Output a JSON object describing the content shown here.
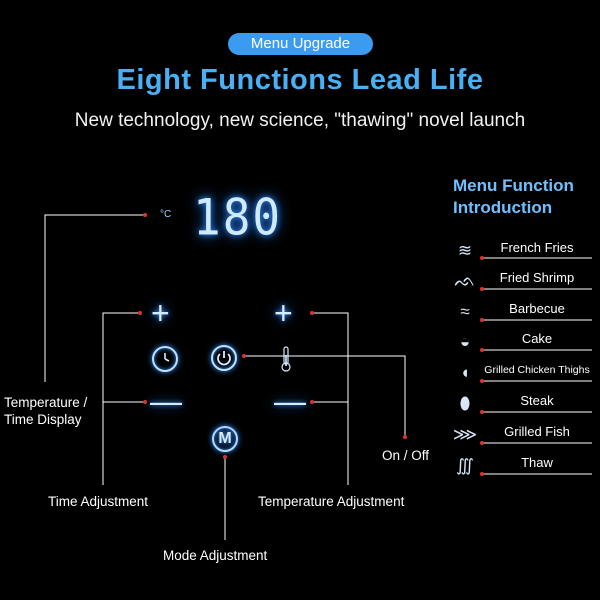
{
  "badge": "Menu Upgrade",
  "headline": "Eight Functions  Lead Life",
  "subtitle": "New technology, new science, \"thawing\" novel launch",
  "panel": {
    "temp_unit": "°C",
    "display_value": "180",
    "plus_symbol": "+",
    "minus_symbol": "—",
    "mode_symbol": "M",
    "thermo_symbol": "🌡"
  },
  "callouts": {
    "temp_time_display": "Temperature /\nTime Display",
    "on_off": "On / Off",
    "time_adjustment": "Time Adjustment",
    "temperature_adjustment": "Temperature Adjustment",
    "mode_adjustment": "Mode Adjustment"
  },
  "menu": {
    "title_line1": "Menu Function",
    "title_line2": "Introduction",
    "items": [
      {
        "label": "French Fries",
        "icon": "fries-icon"
      },
      {
        "label": "Fried Shrimp",
        "icon": "shrimp-icon"
      },
      {
        "label": "Barbecue",
        "icon": "barbecue-icon"
      },
      {
        "label": "Cake",
        "icon": "cake-icon"
      },
      {
        "label": "Grilled Chicken Thighs",
        "icon": "chicken-thigh-icon"
      },
      {
        "label": "Steak",
        "icon": "steak-icon"
      },
      {
        "label": "Grilled Fish",
        "icon": "fish-icon"
      },
      {
        "label": "Thaw",
        "icon": "thaw-icon"
      }
    ]
  },
  "colors": {
    "accent": "#49b0f5",
    "badge": "#3b9bf0",
    "glow": "#2d8cff",
    "callout_line": "#ffffff",
    "callout_dot": "#e0322e"
  }
}
